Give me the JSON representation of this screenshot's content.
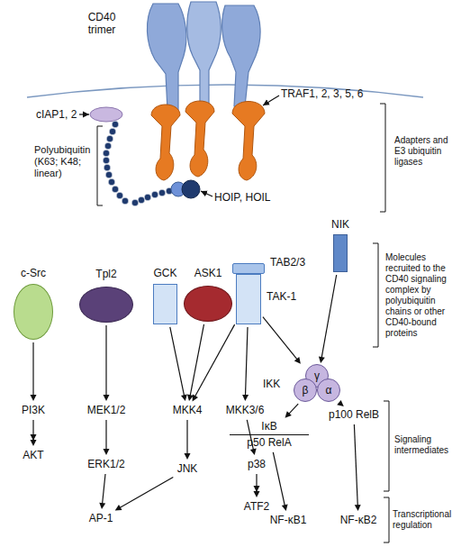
{
  "diagram": {
    "nodes": [
      {
        "text": [
          "c-Src"
        ]
      },
      {
        "text": [
          "Tpl2"
        ]
      },
      {
        "text": [
          "GCK"
        ]
      },
      {
        "text": [
          "ASK1"
        ]
      },
      {
        "text": [
          "TAB2/3",
          "TAK-1"
        ]
      },
      {
        "text": [
          "NIK"
        ]
      },
      {
        "text": [
          "IKK"
        ]
      },
      {
        "text": [
          "γ"
        ],
        "in": 6
      },
      {
        "text": [
          "β"
        ],
        "in": 6
      },
      {
        "text": [
          "α"
        ],
        "in": 6
      },
      {
        "text": [
          "PI3K"
        ]
      },
      {
        "text": [
          "AKT"
        ]
      },
      {
        "text": [
          "MEK1/2"
        ]
      },
      {
        "text": [
          "ERK1/2"
        ]
      },
      {
        "text": [
          "MKK4"
        ]
      },
      {
        "text": [
          "MKK3/6"
        ]
      },
      {
        "text": [
          "JNK"
        ]
      },
      {
        "text": [
          "p38"
        ]
      },
      {
        "text": [
          "AP-1"
        ]
      },
      {
        "text": [
          "ATF2"
        ]
      },
      {
        "text": [
          "p100 RelB"
        ]
      },
      {
        "text": [
          "IκB",
          "p50 RelA"
        ]
      },
      {
        "text": [
          "NF-κB1"
        ]
      },
      {
        "text": [
          "NF-κB2"
        ]
      }
    ],
    "edges": [
      {
        "from": 0,
        "to": 10,
        "arrow": "to"
      },
      {
        "from": 10,
        "to": 11,
        "arrow": "to"
      },
      {
        "from": 1,
        "to": 12,
        "arrow": "to"
      },
      {
        "from": 12,
        "to": 13,
        "arrow": "to"
      },
      {
        "from": 13,
        "to": 18,
        "arrow": "to"
      },
      {
        "from": 2,
        "to": 14,
        "arrow": "to"
      },
      {
        "from": 3,
        "to": 14,
        "arrow": "to"
      },
      {
        "from": 4,
        "to": 14,
        "arrow": "to"
      },
      {
        "from": 4,
        "to": 15,
        "arrow": "to"
      },
      {
        "from": 14,
        "to": 16,
        "arrow": "to"
      },
      {
        "from": 16,
        "to": 18,
        "arrow": "to"
      },
      {
        "from": 15,
        "to": 17,
        "arrow": "to"
      },
      {
        "from": 17,
        "to": 19,
        "arrow": "to"
      },
      {
        "from": 4,
        "to": 6,
        "arrow": "to"
      },
      {
        "from": 5,
        "to": 6,
        "arrow": "to"
      },
      {
        "from": 6,
        "to": 20,
        "arrow": "to"
      },
      {
        "from": 6,
        "to": 21,
        "arrow": "to"
      },
      {
        "from": 21,
        "to": 22,
        "arrow": "to"
      },
      {
        "from": 20,
        "to": 23,
        "arrow": "to"
      }
    ],
    "labels": [
      "CD40 trimer",
      "cIAP1, 2",
      "TRAF1, 2, 3, 5, 6",
      "Polyubiquitin (K63; K48; linear)",
      "HOIP, HOIL",
      "Adapters and E3 ubiquitin ligases",
      "Molecules recruited to the CD40 signaling complex by polyubiquitin chains or other CD40-bound proteins",
      "Signaling intermediates",
      "Transcriptional regulation"
    ]
  }
}
